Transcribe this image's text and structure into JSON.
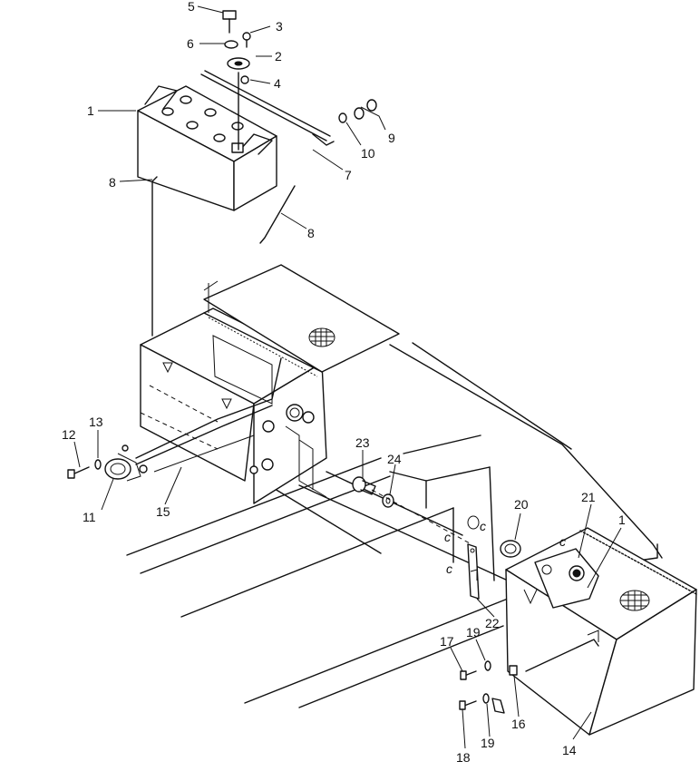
{
  "callouts": {
    "c1a": "1",
    "c1b": "1",
    "c2": "2",
    "c3": "3",
    "c4": "4",
    "c5": "5",
    "c6": "6",
    "c7": "7",
    "c8a": "8",
    "c8b": "8",
    "c9": "9",
    "c10": "10",
    "c11": "11",
    "c12": "12",
    "c13": "13",
    "c14": "14",
    "c15": "15",
    "c16": "16",
    "c17": "17",
    "c18": "18",
    "c19a": "19",
    "c19b": "19",
    "c20": "20",
    "c21": "21",
    "c22": "22",
    "c23": "23",
    "c24": "24"
  },
  "marks": {
    "ca": "c",
    "cb": "c",
    "cc": "c",
    "cd": "c"
  }
}
